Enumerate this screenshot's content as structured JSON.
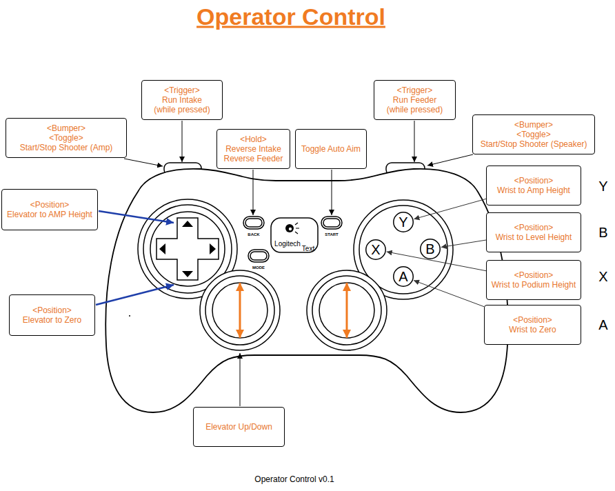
{
  "diagram": {
    "title": "Operator Control",
    "caption": "Operator Control v0.1",
    "nodes": [
      {
        "text": [
          "<Trigger>",
          "Run Intake (while pressed)"
        ]
      },
      {
        "text": [
          "<Trigger>",
          "Run Feeder (while pressed)"
        ]
      },
      {
        "text": [
          "<Bumper>",
          "<Toggle>",
          "Start/Stop Shooter (Amp)"
        ]
      },
      {
        "text": [
          "<Hold>",
          "Reverse Intake Reverse Feeder"
        ]
      },
      {
        "text": [
          "Toggle Auto Aim"
        ]
      },
      {
        "text": [
          "<Bumper>",
          "<Toggle>",
          "Start/Stop Shooter (Speaker)"
        ]
      },
      {
        "text": [
          "<Position>",
          "Wrist to Amp Height"
        ]
      },
      {
        "text": [
          "<Position>",
          "Elevator to AMP Height"
        ]
      },
      {
        "text": [
          "Y"
        ]
      },
      {
        "text": [
          "<Position>",
          "Wrist to Level Height"
        ]
      },
      {
        "text": [
          "X"
        ]
      },
      {
        "text": [
          "B"
        ]
      },
      {
        "text": [
          "<Position>",
          "Wrist to Podium Height"
        ]
      },
      {
        "text": [
          "A"
        ]
      },
      {
        "text": [
          "<Position>",
          "Elevator to Zero"
        ]
      },
      {
        "text": [
          "<Position>",
          "Wrist to Zero"
        ]
      },
      {
        "text": [
          "Elevator Up/Down"
        ]
      }
    ],
    "edges": [
      {
        "from": 6,
        "to": 8,
        "arrow": "to"
      },
      {
        "from": 9,
        "to": 11,
        "arrow": "to"
      },
      {
        "from": 12,
        "to": 10,
        "arrow": "to"
      },
      {
        "from": 15,
        "to": 13,
        "arrow": "to"
      }
    ],
    "labels": [
      "BACK",
      "Logitech",
      "Text",
      "START",
      "MODE",
      "Y",
      "B",
      "X",
      "A"
    ]
  }
}
